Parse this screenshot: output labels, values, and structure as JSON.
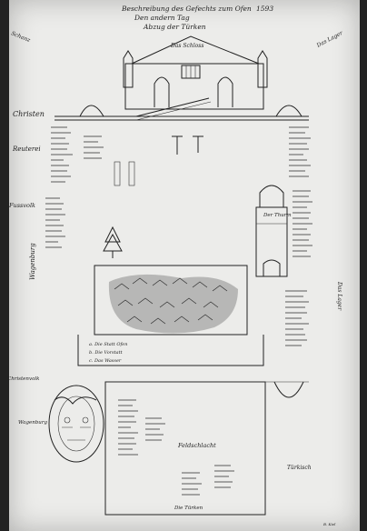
{
  "document": {
    "heading_lines": [
      "Beschreibung des Gefechts zum Ofen",
      "Den andern Tag",
      "Abzug der Türken"
    ],
    "year": "1593",
    "label_top_left": "Schanz",
    "label_top_right": "Das Lager",
    "label_castle": "Das Schloss",
    "label_left_1": "Christen",
    "label_left_2": "Reuterei",
    "label_left_3": "Fussvolk",
    "label_left_4": "Wagenburg",
    "label_tower": "Der Thurm",
    "label_lower_title": "Feldschlacht",
    "label_lower_left": "Christenvolk",
    "label_bottom_center": "Die Türken",
    "label_bottom_right": "Türkisch",
    "city_caption_lines": [
      "a. Die Statt Ofen",
      "b. Die Vorstatt",
      "c. Das Wasser"
    ],
    "corner_note": "B. Kiel"
  },
  "colors": {
    "paper": "#ececea",
    "ink": "#222222",
    "background": "#1a1a1a"
  }
}
